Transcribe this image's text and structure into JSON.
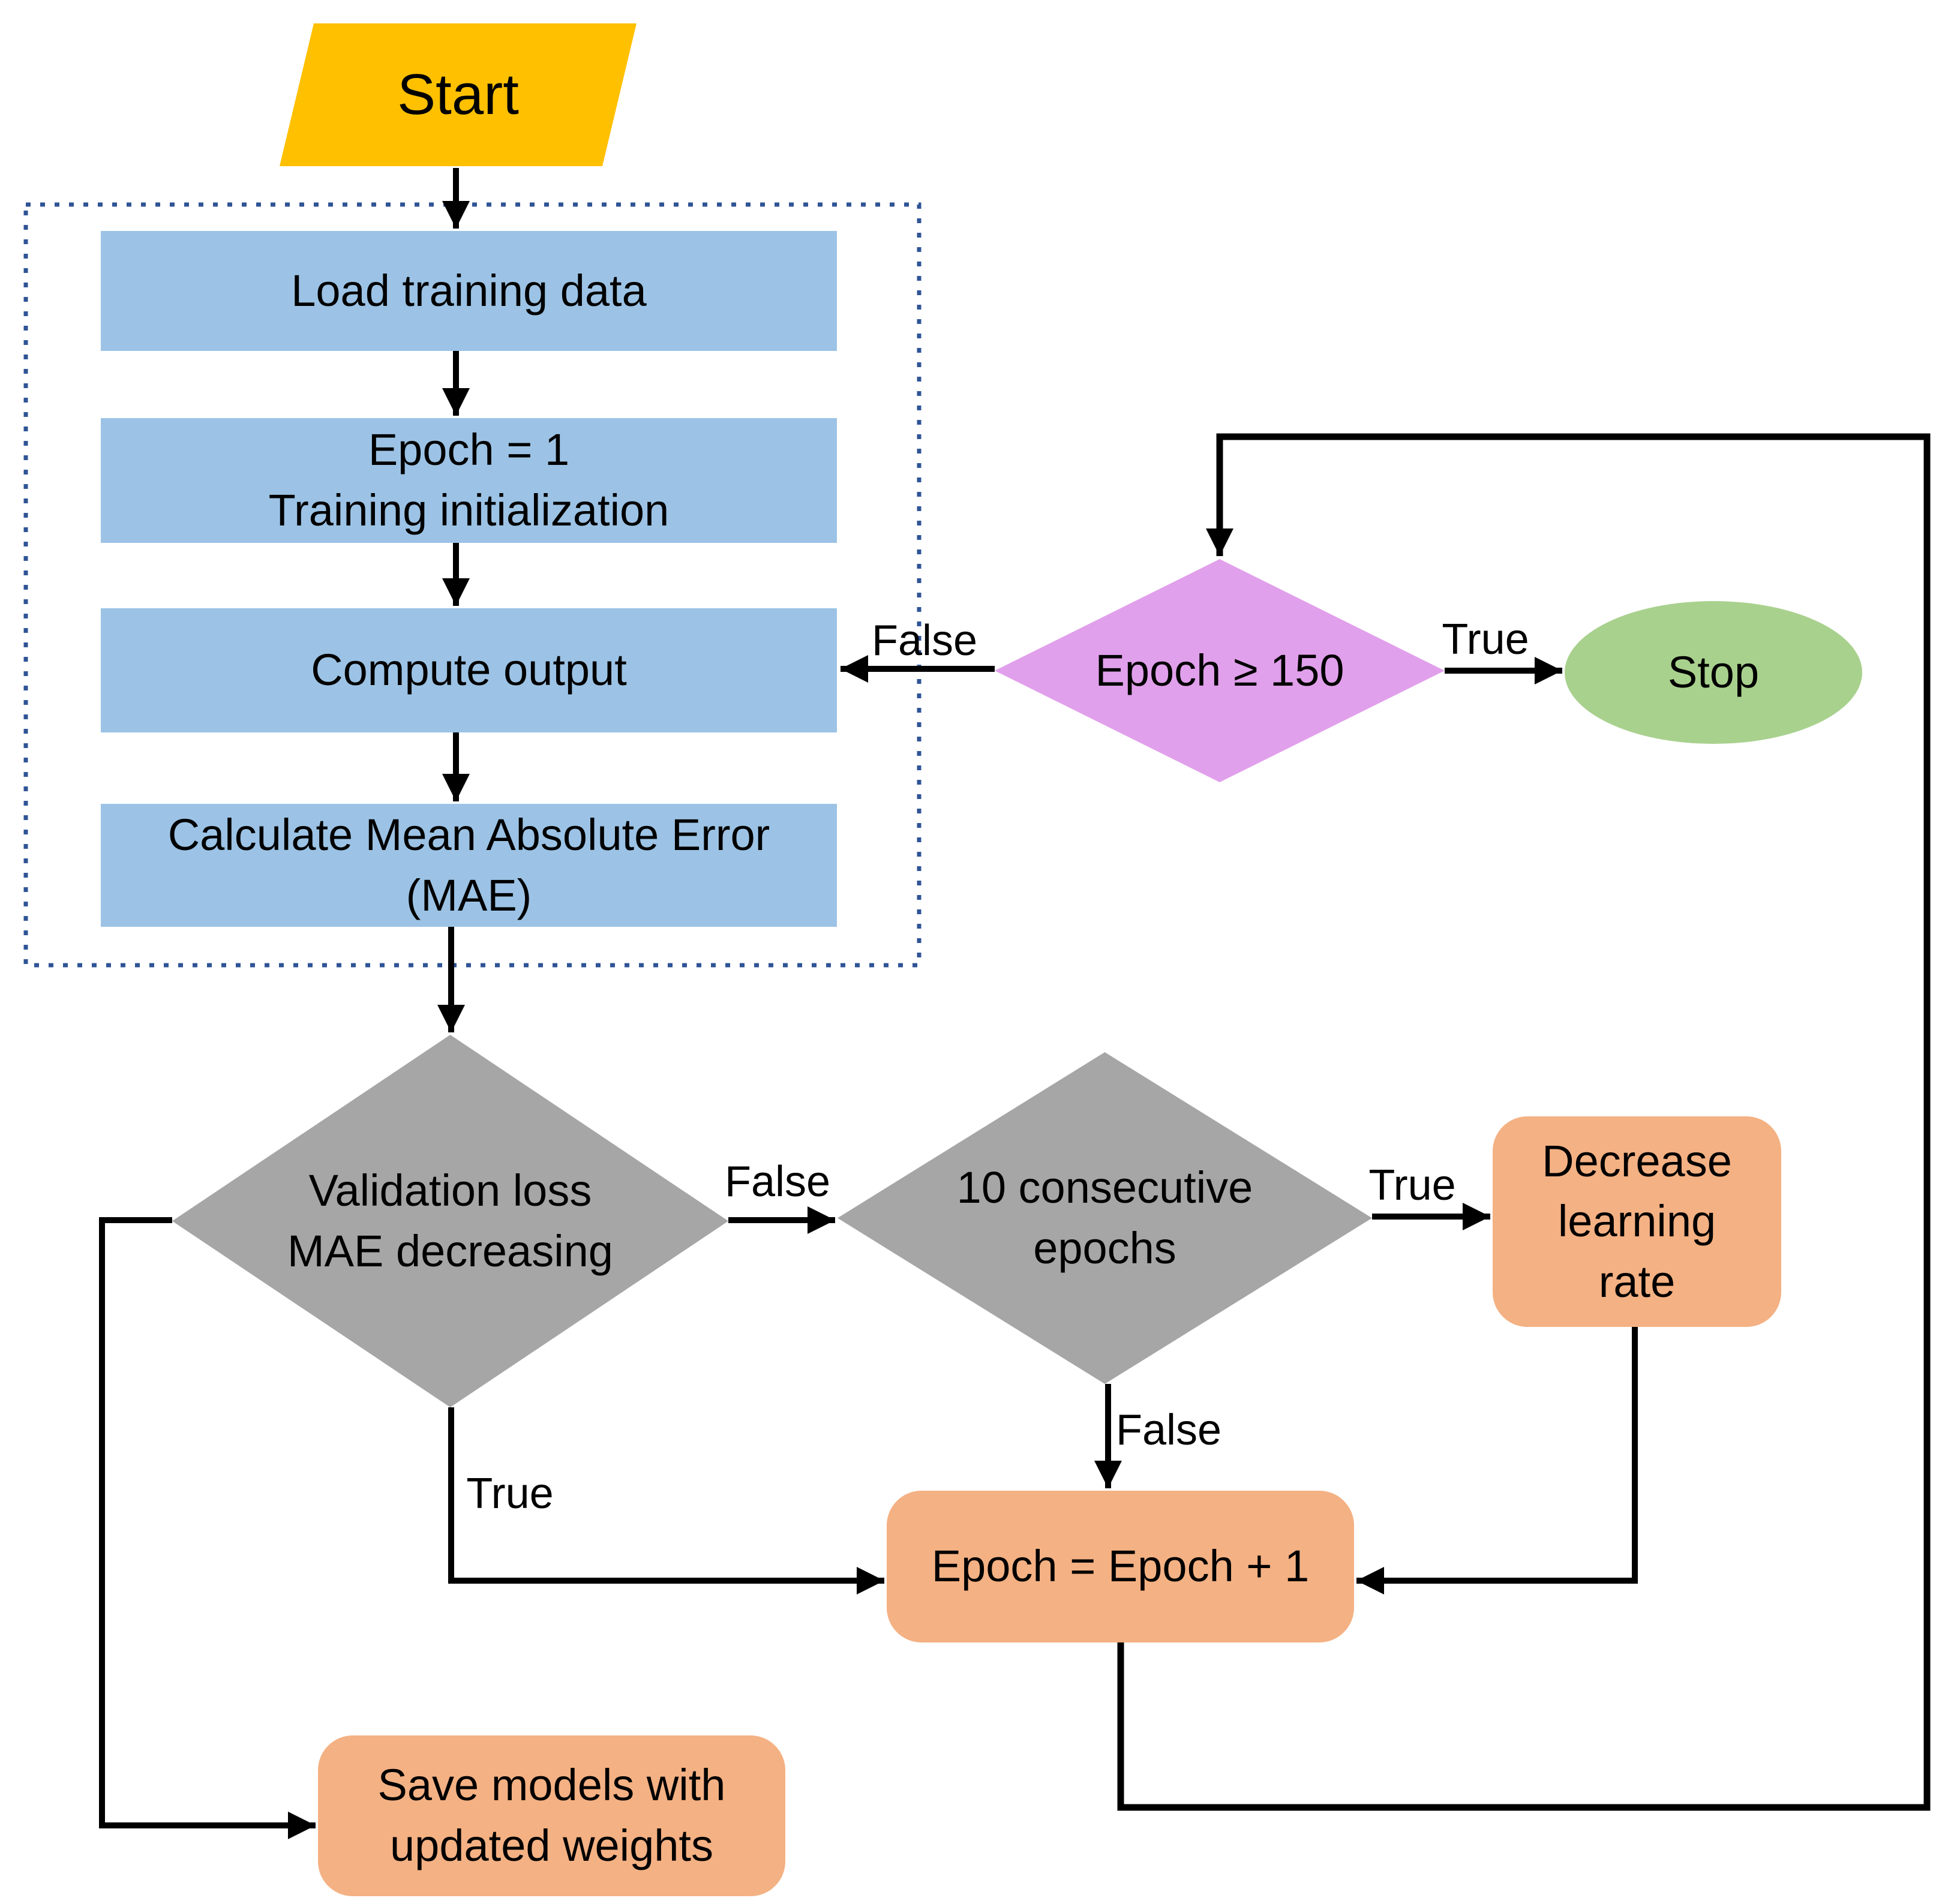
{
  "nodes": {
    "start": {
      "label": "Start",
      "color": "#FFC000"
    },
    "load_training_data": {
      "label": "Load training data",
      "color": "#9CC3E5"
    },
    "training_init": {
      "label": "Epoch = 1\nTraining initialization",
      "color": "#9CC3E5"
    },
    "compute_output": {
      "label": "Compute output",
      "color": "#9CC3E5"
    },
    "calculate_mae": {
      "label": "Calculate Mean Absolute Error\n(MAE)",
      "color": "#9CC3E5"
    },
    "epoch_check": {
      "label": "Epoch ≥ 150",
      "color": "#E1A0EB"
    },
    "stop": {
      "label": "Stop",
      "color": "#A9D18E"
    },
    "validation_loss": {
      "label": "Validation loss\nMAE decreasing",
      "color": "#A6A6A6"
    },
    "consecutive_epochs": {
      "label": "10 consecutive\nepochs",
      "color": "#A6A6A6"
    },
    "decrease_learning_rate": {
      "label": "Decrease\nlearning\nrate",
      "color": "#F4B183"
    },
    "increment_epoch": {
      "label": "Epoch = Epoch + 1",
      "color": "#F4B183"
    },
    "save_models": {
      "label": "Save models with\nupdated weights",
      "color": "#F4B183"
    }
  },
  "edge_labels": {
    "epoch_check_false": "False",
    "epoch_check_true": "True",
    "validation_false": "False",
    "validation_true": "True",
    "consecutive_true": "True",
    "consecutive_false": "False"
  },
  "colors": {
    "background": "#FFFFFF",
    "line": "#000000",
    "text": "#000000",
    "dotted_border": "#2F5496"
  }
}
